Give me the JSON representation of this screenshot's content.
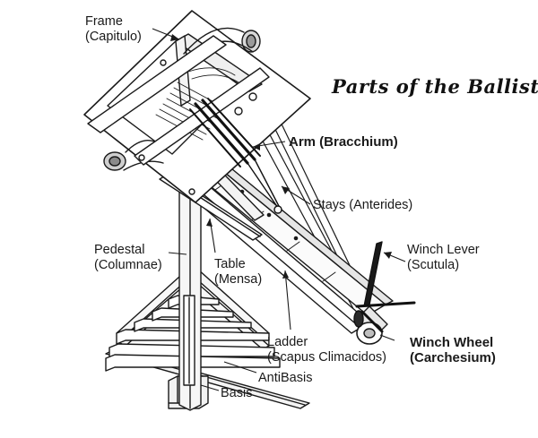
{
  "diagram": {
    "title": "Parts of the Ballista",
    "labels": {
      "frame": [
        "Frame",
        "(Capitulo)"
      ],
      "arm": "Arm (Bracchium)",
      "stays": "Stays (Anterides)",
      "winch_lever": [
        "Winch Lever",
        "(Scutula)"
      ],
      "pedestal": [
        "Pedestal",
        "(Columnae)"
      ],
      "table": [
        "Table",
        "(Mensa)"
      ],
      "ladder": [
        "Ladder",
        "(Scapus Climacidos)"
      ],
      "winch_wheel": [
        "Winch Wheel",
        "(Carchesium)"
      ],
      "antibasis": "AntiBasis",
      "basis": "Basis"
    }
  }
}
